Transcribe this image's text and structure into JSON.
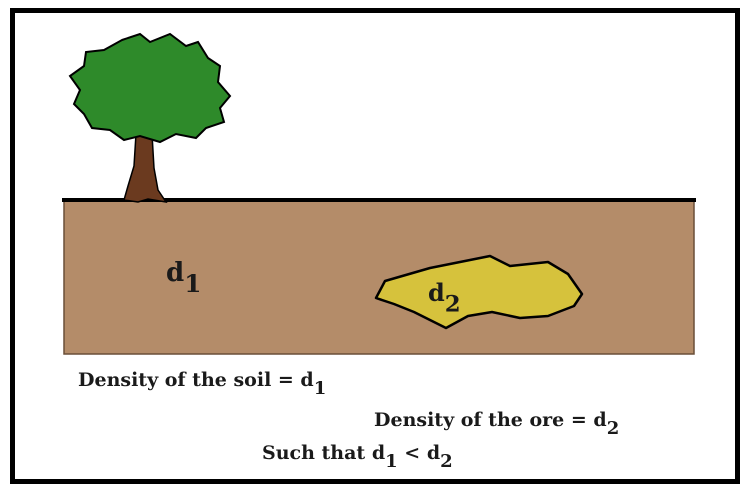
{
  "labels": {
    "soil_symbol": "d",
    "soil_subscript": "1",
    "ore_symbol": "d",
    "ore_subscript": "2"
  },
  "statements": {
    "soil_text": "Density of the soil = d",
    "soil_subscript": "1",
    "ore_text": "Density of the ore = d",
    "ore_subscript": "2",
    "condition_text": "Such that d",
    "condition_subscript_1": "1",
    "condition_operator": " < d",
    "condition_subscript_2": "2"
  },
  "colors": {
    "soil": "#b48c69",
    "ore": "#d6c23c",
    "foliage": "#2e8a2a",
    "trunk": "#6b3a1f",
    "outline": "#000000"
  },
  "icons": [
    "tree-icon",
    "ore-deposit-icon"
  ]
}
